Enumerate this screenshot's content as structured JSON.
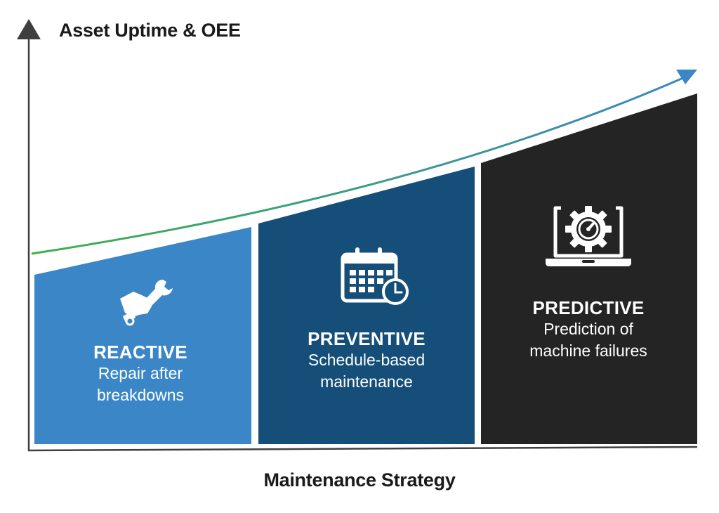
{
  "diagram": {
    "y_axis_label": "Asset Uptime & OEE",
    "x_axis_label": "Maintenance Strategy",
    "colors": {
      "axis": "#3f3f3f",
      "reactive": "#3a86c6",
      "preventive": "#154e78",
      "predictive": "#242424",
      "trend_start": "#3fb04a",
      "trend_end": "#3a86c6",
      "text_on_stage": "#ffffff"
    },
    "stages": [
      {
        "title": "REACTIVE",
        "description_lines": [
          "Repair after",
          "breakdowns"
        ],
        "icon": "wrench-hand-icon"
      },
      {
        "title": "PREVENTIVE",
        "description_lines": [
          "Schedule-based",
          "maintenance"
        ],
        "icon": "calendar-clock-icon"
      },
      {
        "title": "PREDICTIVE",
        "description_lines": [
          "Prediction of",
          "machine failures"
        ],
        "icon": "laptop-gear-icon"
      }
    ]
  }
}
